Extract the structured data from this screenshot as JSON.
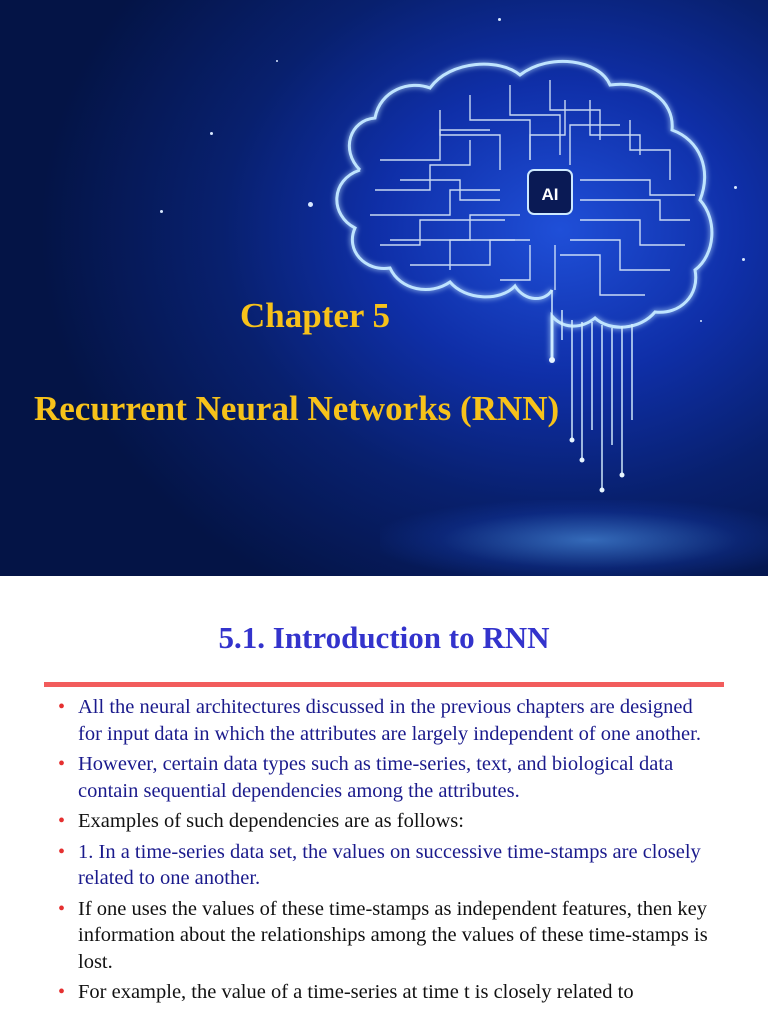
{
  "slide1": {
    "chapter": "Chapter 5",
    "title": "Recurrent Neural Networks (RNN)",
    "chip_label": "AI"
  },
  "slide2": {
    "title": "5.1. Introduction to RNN",
    "bullets": [
      {
        "text": "All the neural architectures discussed in the previous chapters are designed for input data in which the attributes are largely independent of one another.",
        "color": "#1a1a8c"
      },
      {
        "text": "However, certain data types such as time-series, text, and biological data contain sequential dependencies among the attributes.",
        "color": "#1a1a8c"
      },
      {
        "text": "Examples of such dependencies are as follows:",
        "color": "#111111"
      },
      {
        "text": "1. In a time-series data set, the values on successive time-stamps are closely related to one another.",
        "color": "#1a1a8c"
      },
      {
        "text": "If one uses the values of these time-stamps as independent features, then key information about the relationships among the values of these time-stamps is lost.",
        "color": "#111111"
      },
      {
        "text": "For example, the value of a time-series at time t is closely related to",
        "color": "#111111"
      }
    ]
  },
  "colors": {
    "title_gold": "#f7c21a",
    "heading_blue": "#3333cc",
    "rule_red": "#f25c5c",
    "bullet_red": "#e53030"
  }
}
